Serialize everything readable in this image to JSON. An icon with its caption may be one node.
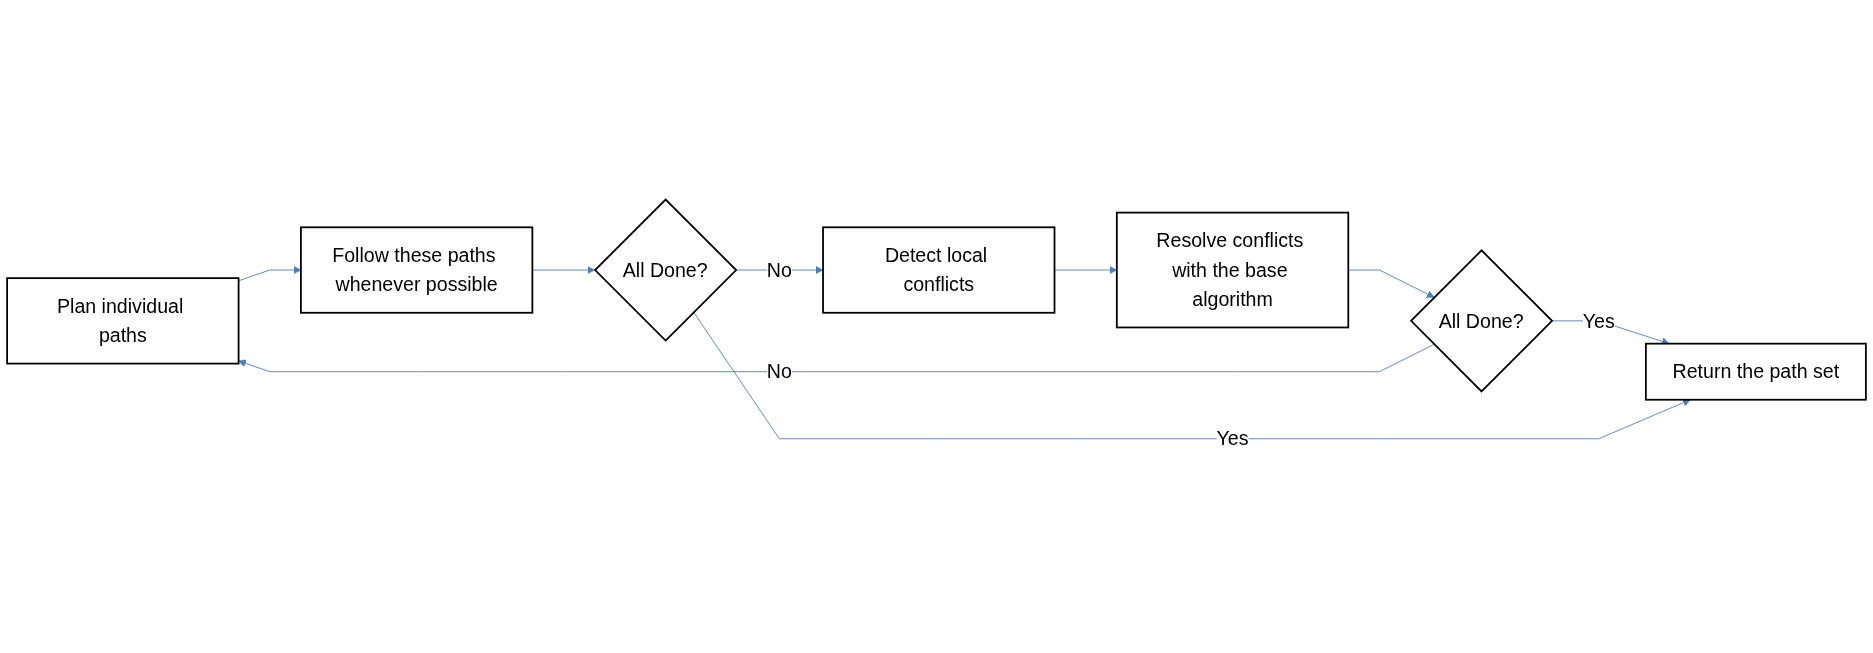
{
  "diagram": {
    "nodes": [
      {
        "text": [
          "Plan individual paths"
        ]
      },
      {
        "text": [
          "Follow these paths whenever possible"
        ]
      },
      {
        "text": [
          "All Done?"
        ]
      },
      {
        "text": [
          "Detect local conflicts"
        ]
      },
      {
        "text": [
          "Resolve conflicts with the base algorithm"
        ]
      },
      {
        "text": [
          "All Done?"
        ]
      },
      {
        "text": [
          "Return the path set"
        ]
      }
    ],
    "edges": [
      {
        "from": 0,
        "to": 1,
        "arrow": "to"
      },
      {
        "from": 1,
        "to": 2,
        "arrow": "to"
      },
      {
        "from": 2,
        "to": 3,
        "arrow": "to",
        "label": "No"
      },
      {
        "from": 3,
        "to": 4,
        "arrow": "to"
      },
      {
        "from": 4,
        "to": 5,
        "arrow": "to"
      },
      {
        "from": 5,
        "to": 0,
        "arrow": "to",
        "label": "No"
      },
      {
        "from": 5,
        "to": 6,
        "arrow": "to",
        "label": "Yes"
      },
      {
        "from": 2,
        "to": 6,
        "arrow": "to",
        "label": "Yes"
      }
    ]
  }
}
